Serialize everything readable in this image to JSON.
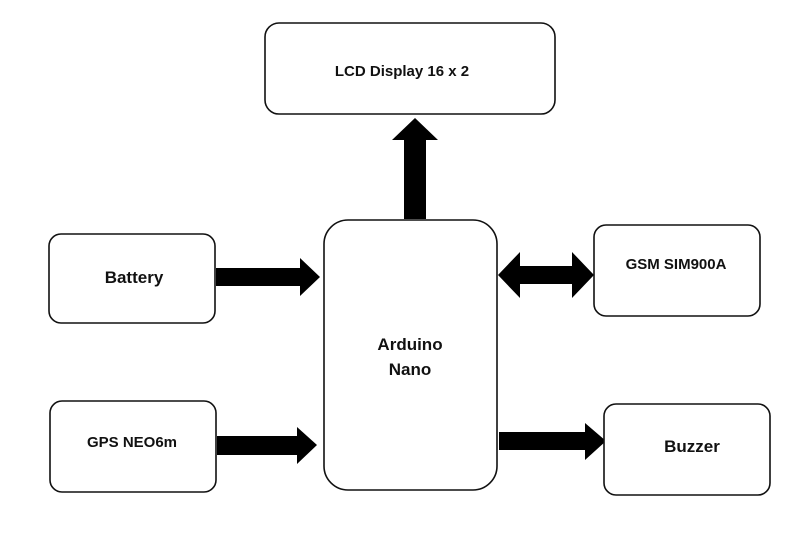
{
  "diagram": {
    "colors": {
      "stroke": "#111111",
      "fill": "#ffffff",
      "arrow": "#000000"
    },
    "nodes": {
      "lcd": {
        "label": "LCD Display 16 x 2"
      },
      "battery": {
        "label": "Battery"
      },
      "arduino": {
        "label_line1": "Arduino",
        "label_line2": "Nano"
      },
      "gsm": {
        "label": "GSM SIM900A"
      },
      "gps": {
        "label": "GPS NEO6m"
      },
      "buzzer": {
        "label": "Buzzer"
      }
    },
    "edges": [
      {
        "from": "arduino",
        "to": "lcd",
        "direction": "one-way"
      },
      {
        "from": "battery",
        "to": "arduino",
        "direction": "one-way"
      },
      {
        "from": "arduino",
        "to": "gsm",
        "direction": "two-way"
      },
      {
        "from": "gps",
        "to": "arduino",
        "direction": "one-way"
      },
      {
        "from": "arduino",
        "to": "buzzer",
        "direction": "one-way"
      }
    ]
  }
}
